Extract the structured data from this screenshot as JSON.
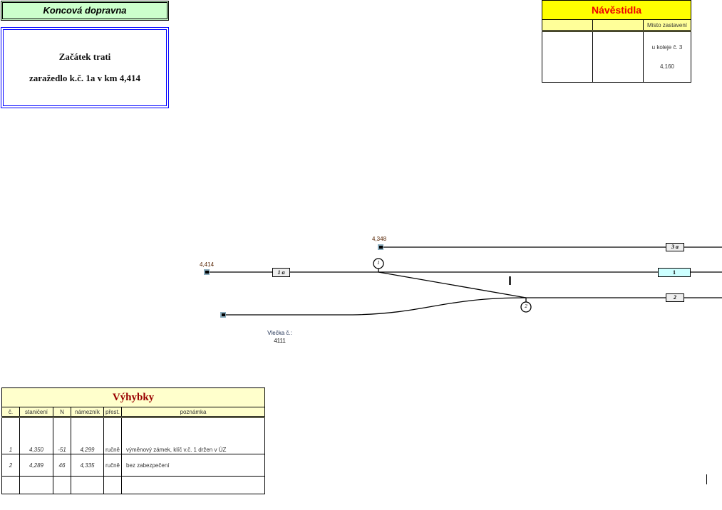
{
  "header_box": {
    "title": "Koncová dopravna"
  },
  "start_box": {
    "title": "Začátek trati",
    "subtitle": "zaraždedlo k.č. 1a v km  4,414"
  },
  "signals_table": {
    "title": "Návěstidla",
    "headers": [
      "",
      "",
      "Místo zastavení"
    ],
    "row": [
      "",
      "",
      "u koleje č. 3",
      "4,160"
    ]
  },
  "diagram": {
    "km_labels": [
      "4,414",
      "4,348"
    ],
    "tracks": [
      "1 a",
      "3 a",
      "1",
      "2"
    ],
    "switches": [
      "1",
      "2"
    ],
    "siding_label": "Vlečka č.:",
    "siding_number": "4111"
  },
  "switches_table": {
    "title": "Výhybky",
    "headers": [
      "č.",
      "staničení",
      "N",
      "námezník",
      "přest.",
      "poznámka"
    ],
    "rows": [
      [
        "1",
        "4,350",
        "-51",
        "4,299",
        "ručně",
        "výměnový zámek, klíč v.č. 1 držen v ÚZ"
      ],
      [
        "2",
        "4,289",
        "46",
        "4,335",
        "ručně",
        "bez zabezpečení"
      ]
    ]
  }
}
